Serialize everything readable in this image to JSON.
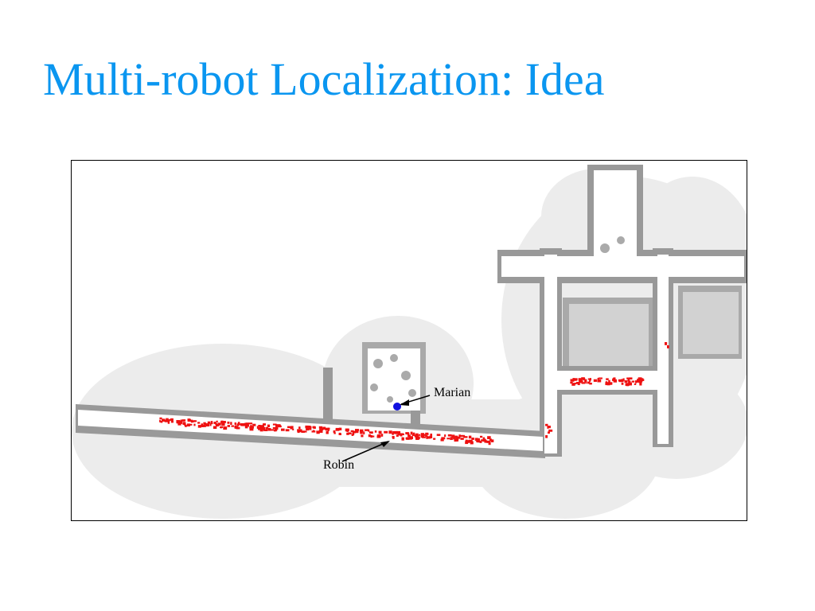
{
  "slide": {
    "title": "Multi-robot Localization: Idea"
  },
  "map": {
    "labels": {
      "robot_a": "Marian",
      "robot_b": "Robin"
    },
    "colors": {
      "robot_a": "#1010e0",
      "particles": "#ee1111",
      "wall": "#999999",
      "free": "#ffffff",
      "unknown": "#e6e6e6"
    }
  }
}
